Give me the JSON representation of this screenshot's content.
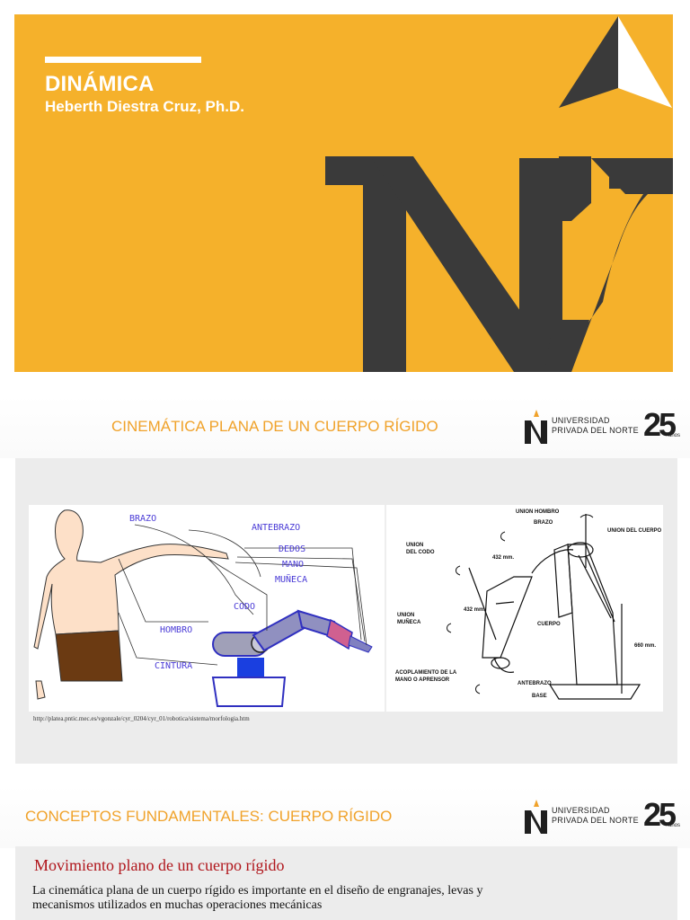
{
  "cover": {
    "title": "DINÁMICA",
    "author": "Heberth Diestra Cruz, Ph.D.",
    "background_color": "#f5b12b",
    "logo": "upn-n-logo"
  },
  "slide2": {
    "title": "CINEMÁTICA PLANA DE UN CUERPO RÍGIDO",
    "logo": {
      "line1": "UNIVERSIDAD",
      "line2": "PRIVADA DEL NORTE",
      "anniversary": "25",
      "anniversary_suffix": "años"
    },
    "figure_left_labels": {
      "brazo": "BRAZO",
      "antebrazo": "ANTEBRAZO",
      "dedos": "DEDOS",
      "mano": "MANO",
      "muneca": "MUÑECA",
      "codo": "CODO",
      "hombro": "HOMBRO",
      "cintura": "CINTURA"
    },
    "figure_right_labels": {
      "union_hombro": "UNION HOMBRO",
      "brazo": "BRAZO",
      "union_cuerpo": "UNION DEL CUERPO",
      "union_codo_1": "UNION",
      "union_codo_2": "DEL CODO",
      "dim1": "432 mm.",
      "dim2": "432 mm.",
      "union_muneca_1": "UNION",
      "union_muneca_2": "MUÑECA",
      "cuerpo": "CUERPO",
      "dim3": "660 mm.",
      "acoplamiento_1": "ACOPLAMIENTO DE LA",
      "acoplamiento_2": "MANO O APRENSOR",
      "antebrazo": "ANTEBRAZO",
      "base": "BASE"
    },
    "caption": "http://platea.pntic.mec.es/vgonzale/cyr_0204/cyr_01/robotica/sistema/morfologia.htm"
  },
  "slide3": {
    "title": "CONCEPTOS FUNDAMENTALES: CUERPO RÍGIDO",
    "logo": {
      "line1": "UNIVERSIDAD",
      "line2": "PRIVADA DEL NORTE",
      "anniversary": "25",
      "anniversary_suffix": "años"
    },
    "subtitle": "Movimiento plano de un cuerpo rígido",
    "body": "La cinemática plana de un cuerpo rígido es importante en el diseño de engranajes, levas y mecanismos utilizados en muchas operaciones mecánicas"
  },
  "colors": {
    "accent_orange": "#f5b12b",
    "header_orange": "#f0a22a",
    "logo_dark": "#3a3a3a",
    "subtitle_red": "#b0151b"
  }
}
